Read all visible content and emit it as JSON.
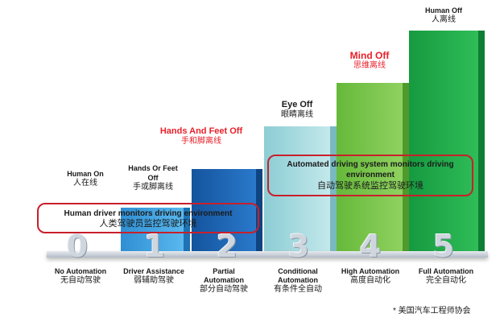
{
  "levels": [
    {
      "digit": "0",
      "bottom_en": "No Automation",
      "bottom_cn": "无自动驾驶",
      "top_en": "Human On",
      "top_cn": "人在线",
      "top_color": "#1a1a1a",
      "bar_color": ""
    },
    {
      "digit": "1",
      "bottom_en": "Driver Assistance",
      "bottom_cn": "弱辅助驾驶",
      "top_en": "Hands Or Feet Off",
      "top_cn": "手或脚离线",
      "top_color": "#1a1a1a",
      "bar_color": "#3aa0e0"
    },
    {
      "digit": "2",
      "bottom_en": "Partial Automation",
      "bottom_cn": "部分自动驾驶",
      "top_en": "Hands And Feet Off",
      "top_cn": "手和脚离线",
      "top_color": "#e8202a",
      "bar_color": "#1a63b4"
    },
    {
      "digit": "3",
      "bottom_en": "Conditional Automation",
      "bottom_cn": "有条件全自动",
      "top_en": "Eye Off",
      "top_cn": "眼睛离线",
      "top_color": "#1a1a1a",
      "bar_color": "#a9dbe0"
    },
    {
      "digit": "4",
      "bottom_en": "High Automation",
      "bottom_cn": "高度自动化",
      "top_en": "Mind Off",
      "top_cn": "思维离线",
      "top_color": "#e8202a",
      "bar_color": "#79c44a"
    },
    {
      "digit": "5",
      "bottom_en": "Full Automation",
      "bottom_cn": "完全自动化",
      "top_en": "Human Off",
      "top_cn": "人离线",
      "top_color": "#1a1a1a",
      "bar_color": "#1fa94a"
    }
  ],
  "human_box": {
    "en": "Human driver monitors driving environment",
    "cn": "人类驾驶员监控驾驶环境"
  },
  "system_box": {
    "en": "Automated driving system monitors driving environment",
    "cn": "自动驾驶系统监控驾驶环境"
  },
  "footnote": "* 美国汽车工程师协会",
  "colors": {
    "accent_red": "#e8202a",
    "box_border": "#c8202b"
  }
}
